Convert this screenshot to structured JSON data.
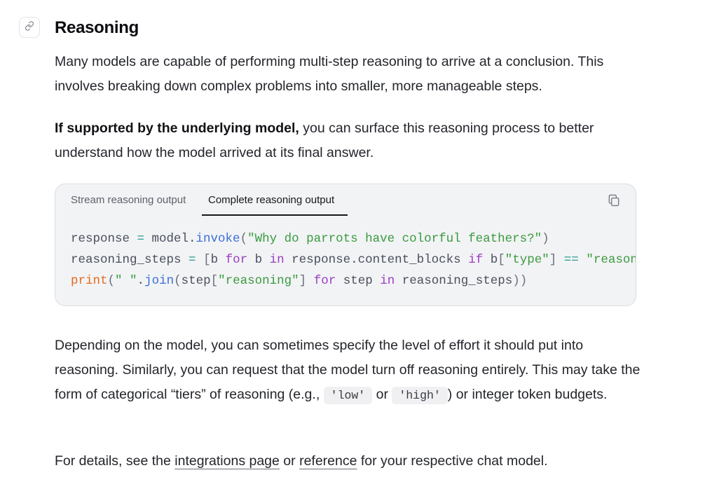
{
  "section": {
    "title": "Reasoning"
  },
  "paragraphs": {
    "p1": "Many models are capable of performing multi-step reasoning to arrive at a conclusion. This involves breaking down complex problems into smaller, more manageable steps.",
    "p2_bold": "If supported by the underlying model,",
    "p2_rest": " you can surface this reasoning process to better understand how the model arrived at its final answer.",
    "p3_a": "Depending on the model, you can sometimes specify the level of effort it should put into reasoning. Similarly, you can request that the model turn off reasoning entirely. This may take the form of categorical “tiers” of reasoning (e.g., ",
    "p3_code1": "'low'",
    "p3_mid": " or ",
    "p3_code2": "'high'",
    "p3_b": ") or integer token budgets.",
    "p4_a": "For details, see the ",
    "p4_link1": "integrations page",
    "p4_mid": " or ",
    "p4_link2": "reference",
    "p4_b": " for your respective chat model."
  },
  "code_block": {
    "tabs": [
      "Stream reasoning output",
      "Complete reasoning output"
    ],
    "active_tab": "Complete reasoning output",
    "lines": [
      "response = model.invoke(\"Why do parrots have colorful feathers?\")",
      "reasoning_steps = [b for b in response.content_blocks if b[\"type\"] == \"reasoning\"]",
      "print(\" \".join(step[\"reasoning\"] for step in reasoning_steps))"
    ]
  },
  "icons": {
    "anchor": "link-icon",
    "copy": "copy-icon"
  },
  "colors": {
    "operator": "#2a9d8f",
    "function": "#3b6fd6",
    "string": "#3a9a3f",
    "keyword": "#9b3ec2",
    "builtin": "#e46b1d"
  }
}
